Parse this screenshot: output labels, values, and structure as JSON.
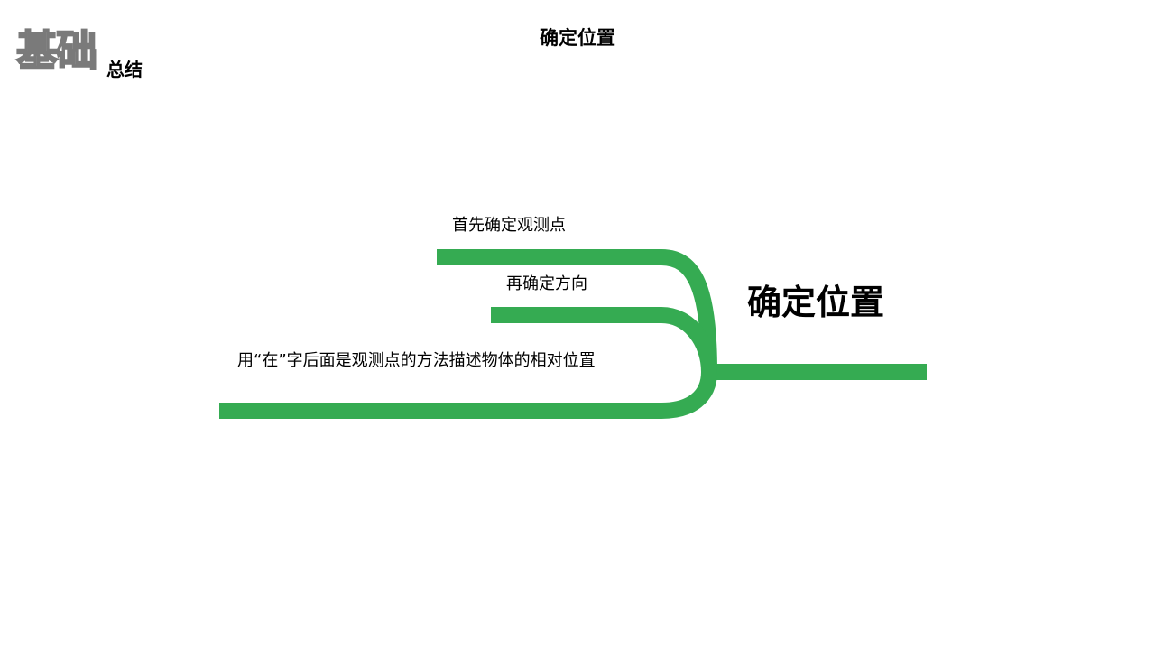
{
  "logo": {
    "big": "基础",
    "small": "总结"
  },
  "title": "确定位置",
  "diagram": {
    "topic": "确定位置",
    "branches": [
      "首先确定观测点",
      "再确定方向",
      "用“在”字后面是观测点的方法描述物体的相对位置"
    ],
    "color": "#35ab52"
  }
}
